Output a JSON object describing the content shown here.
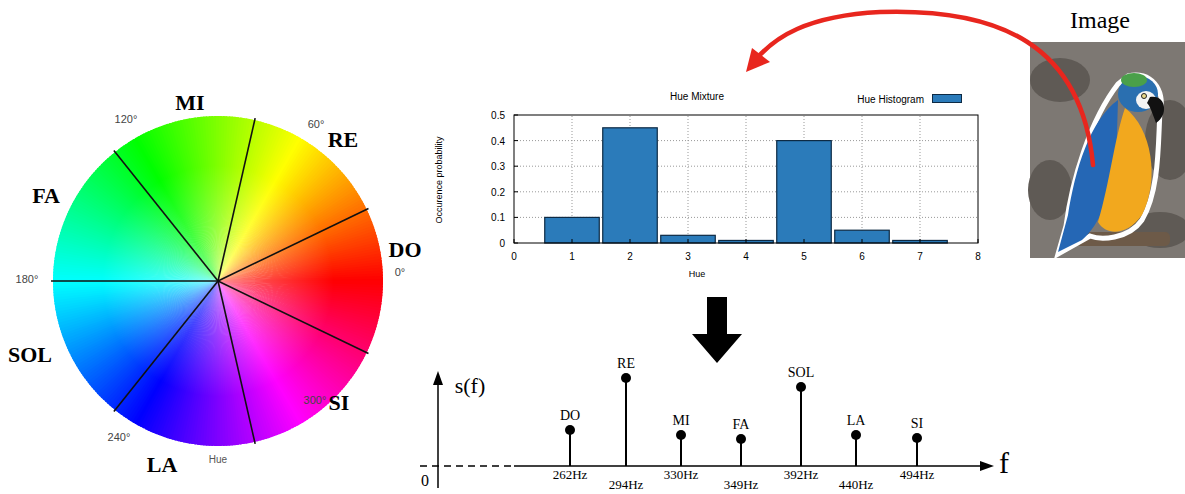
{
  "diagram": {
    "labels": [
      "MI",
      "RE",
      "FA",
      "DO",
      "SOL",
      "SI",
      "LA",
      "120°",
      "60°",
      "180°",
      "0°",
      "240°",
      "300°",
      "Hue",
      "Hue Mixture",
      "Occurence probability",
      "Hue",
      "0",
      "0.1",
      "0.2",
      "0.3",
      "0.4",
      "0.5",
      "0",
      "1",
      "2",
      "3",
      "4",
      "5",
      "6",
      "7",
      "8",
      "Image",
      "s(f)",
      "0",
      "f",
      "DO",
      "RE",
      "MI",
      "FA",
      "SOL",
      "LA",
      "SI",
      "262Hz",
      "294Hz",
      "330Hz",
      "349Hz",
      "392Hz",
      "440Hz",
      "494Hz"
    ],
    "legend": [
      {
        "text": "Hue Histogram",
        "color": "#2b7bba"
      }
    ]
  }
}
